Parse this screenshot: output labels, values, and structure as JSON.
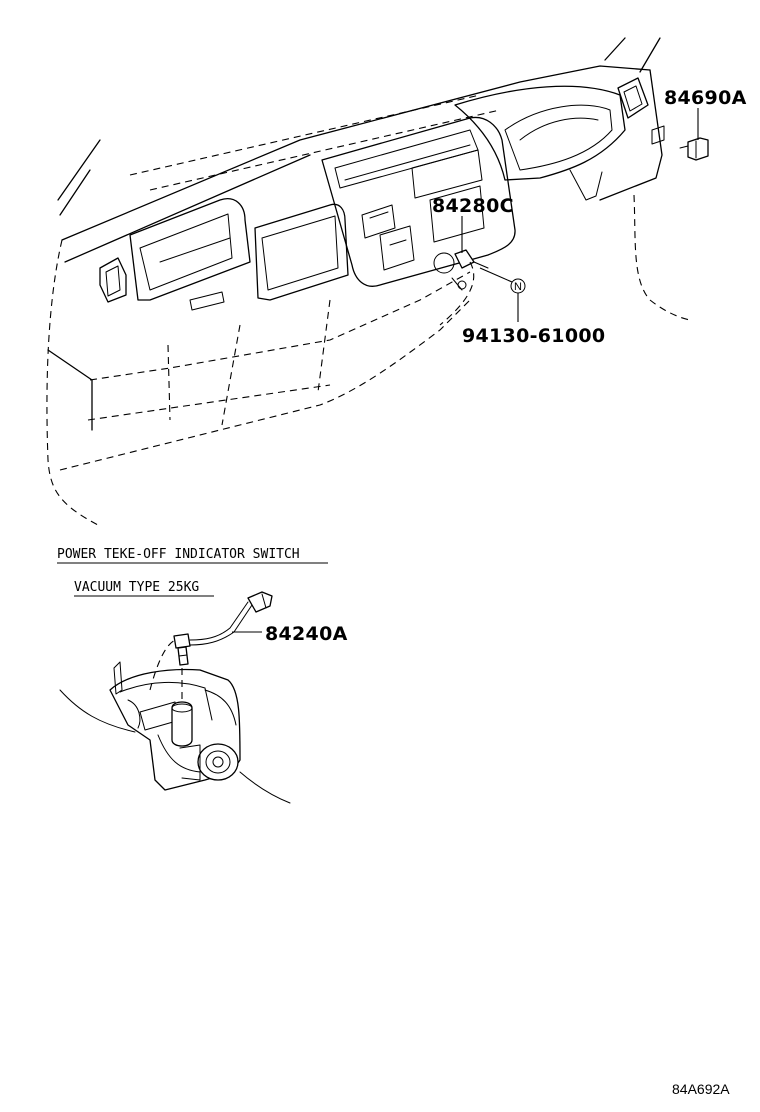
{
  "labels": {
    "part_84690a": "84690A",
    "part_84280c": "84280C",
    "part_94130": "94130-61000",
    "circle_n": "N",
    "part_84240a": "84240A",
    "ref_code": "84A692A"
  },
  "notes": {
    "section_title": "POWER TEKE-OFF INDICATOR SWITCH",
    "variant": "VACUUM TYPE 25KG"
  }
}
